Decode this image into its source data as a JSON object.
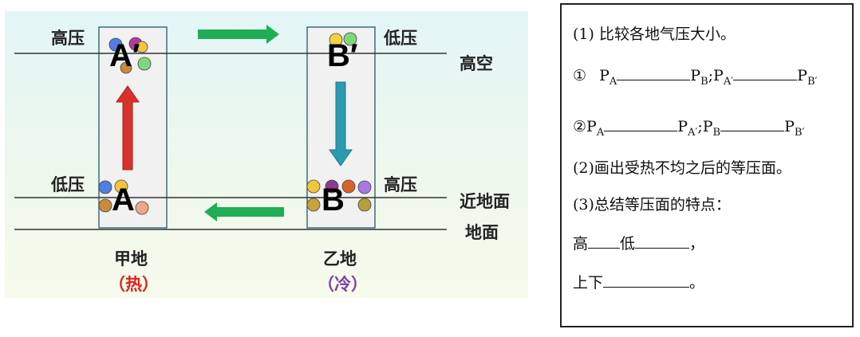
{
  "diagram": {
    "labels": {
      "high_pressure_left": "高压",
      "low_pressure_right_top": "低压",
      "upper_air": "高空",
      "low_pressure_left": "低压",
      "high_pressure_right_bottom": "高压",
      "near_ground": "近地面",
      "ground": "地面",
      "place_a": "甲地",
      "place_a_state": "（热）",
      "place_b": "乙地",
      "place_b_state": "（冷）",
      "a_prime": "A′",
      "b_prime": "B′",
      "a": "A",
      "b": "B"
    },
    "colors": {
      "green_arrow": "#1fae55",
      "red_arrow": "#d9322a",
      "blue_arrow": "#2c9bb0",
      "hot_text": "#e0201a",
      "cold_text": "#7b3fa6"
    }
  },
  "questions": {
    "q1": "(1) 比较各地气压大小。",
    "q1_1_num": "①",
    "q1_1_p": "P",
    "q1_1_sub_a": "A",
    "q1_1_sub_b": "B",
    "q1_1_sep": ";P",
    "q1_1_sub_ap": "A′",
    "q1_1_sub_bp": "B′",
    "q1_2_num": "②P",
    "q1_2_sub_a": "A",
    "q1_2_sub_ap": "A′",
    "q1_2_sep": ";P",
    "q1_2_sub_b": "B",
    "q1_2_sub_bp": "B′",
    "q2": "(2)画出受热不均之后的等压面。",
    "q3": "(3)总结等压面的特点：",
    "high": "高",
    "low": "低",
    "comma": "，",
    "updown": "上下",
    "period": "。"
  }
}
